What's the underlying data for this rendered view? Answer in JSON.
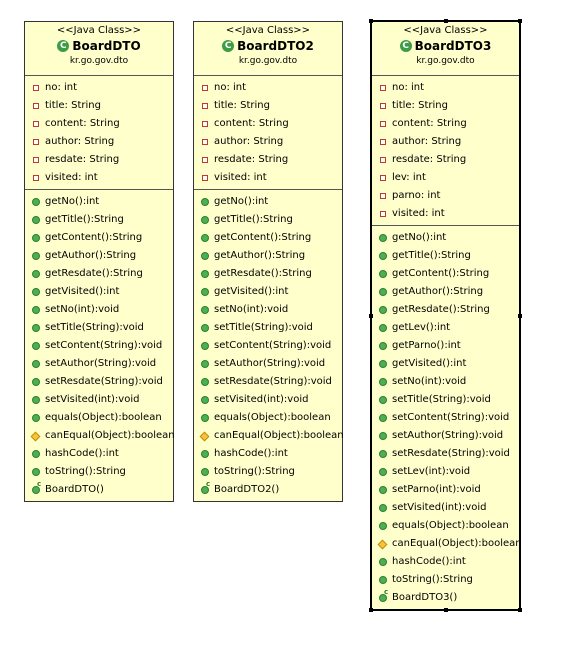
{
  "classes": [
    {
      "stereotype": "<<Java Class>>",
      "name": "BoardDTO",
      "package": "kr.go.gov.dto",
      "fields": [
        "no: int",
        "title: String",
        "content: String",
        "author: String",
        "resdate: String",
        "visited: int"
      ],
      "methods": [
        {
          "sig": "getNo():int",
          "vis": "public"
        },
        {
          "sig": "getTitle():String",
          "vis": "public"
        },
        {
          "sig": "getContent():String",
          "vis": "public"
        },
        {
          "sig": "getAuthor():String",
          "vis": "public"
        },
        {
          "sig": "getResdate():String",
          "vis": "public"
        },
        {
          "sig": "getVisited():int",
          "vis": "public"
        },
        {
          "sig": "setNo(int):void",
          "vis": "public"
        },
        {
          "sig": "setTitle(String):void",
          "vis": "public"
        },
        {
          "sig": "setContent(String):void",
          "vis": "public"
        },
        {
          "sig": "setAuthor(String):void",
          "vis": "public"
        },
        {
          "sig": "setResdate(String):void",
          "vis": "public"
        },
        {
          "sig": "setVisited(int):void",
          "vis": "public"
        },
        {
          "sig": "equals(Object):boolean",
          "vis": "public"
        },
        {
          "sig": "canEqual(Object):boolean",
          "vis": "protected"
        },
        {
          "sig": "hashCode():int",
          "vis": "public"
        },
        {
          "sig": "toString():String",
          "vis": "public"
        },
        {
          "sig": "BoardDTO()",
          "vis": "constructor"
        }
      ]
    },
    {
      "stereotype": "<<Java Class>>",
      "name": "BoardDTO2",
      "package": "kr.go.gov.dto",
      "fields": [
        "no: int",
        "title: String",
        "content: String",
        "author: String",
        "resdate: String",
        "visited: int"
      ],
      "methods": [
        {
          "sig": "getNo():int",
          "vis": "public"
        },
        {
          "sig": "getTitle():String",
          "vis": "public"
        },
        {
          "sig": "getContent():String",
          "vis": "public"
        },
        {
          "sig": "getAuthor():String",
          "vis": "public"
        },
        {
          "sig": "getResdate():String",
          "vis": "public"
        },
        {
          "sig": "getVisited():int",
          "vis": "public"
        },
        {
          "sig": "setNo(int):void",
          "vis": "public"
        },
        {
          "sig": "setTitle(String):void",
          "vis": "public"
        },
        {
          "sig": "setContent(String):void",
          "vis": "public"
        },
        {
          "sig": "setAuthor(String):void",
          "vis": "public"
        },
        {
          "sig": "setResdate(String):void",
          "vis": "public"
        },
        {
          "sig": "setVisited(int):void",
          "vis": "public"
        },
        {
          "sig": "equals(Object):boolean",
          "vis": "public"
        },
        {
          "sig": "canEqual(Object):boolean",
          "vis": "protected"
        },
        {
          "sig": "hashCode():int",
          "vis": "public"
        },
        {
          "sig": "toString():String",
          "vis": "public"
        },
        {
          "sig": "BoardDTO2()",
          "vis": "constructor"
        }
      ]
    },
    {
      "stereotype": "<<Java Class>>",
      "name": "BoardDTO3",
      "package": "kr.go.gov.dto",
      "fields": [
        "no: int",
        "title: String",
        "content: String",
        "author: String",
        "resdate: String",
        "lev: int",
        "parno: int",
        "visited: int"
      ],
      "methods": [
        {
          "sig": "getNo():int",
          "vis": "public"
        },
        {
          "sig": "getTitle():String",
          "vis": "public"
        },
        {
          "sig": "getContent():String",
          "vis": "public"
        },
        {
          "sig": "getAuthor():String",
          "vis": "public"
        },
        {
          "sig": "getResdate():String",
          "vis": "public"
        },
        {
          "sig": "getLev():int",
          "vis": "public"
        },
        {
          "sig": "getParno():int",
          "vis": "public"
        },
        {
          "sig": "getVisited():int",
          "vis": "public"
        },
        {
          "sig": "setNo(int):void",
          "vis": "public"
        },
        {
          "sig": "setTitle(String):void",
          "vis": "public"
        },
        {
          "sig": "setContent(String):void",
          "vis": "public"
        },
        {
          "sig": "setAuthor(String):void",
          "vis": "public"
        },
        {
          "sig": "setResdate(String):void",
          "vis": "public"
        },
        {
          "sig": "setLev(int):void",
          "vis": "public"
        },
        {
          "sig": "setParno(int):void",
          "vis": "public"
        },
        {
          "sig": "setVisited(int):void",
          "vis": "public"
        },
        {
          "sig": "equals(Object):boolean",
          "vis": "public"
        },
        {
          "sig": "canEqual(Object):boolean",
          "vis": "protected"
        },
        {
          "sig": "hashCode():int",
          "vis": "public"
        },
        {
          "sig": "toString():String",
          "vis": "public"
        },
        {
          "sig": "BoardDTO3()",
          "vis": "constructor"
        }
      ],
      "selected": true
    }
  ]
}
